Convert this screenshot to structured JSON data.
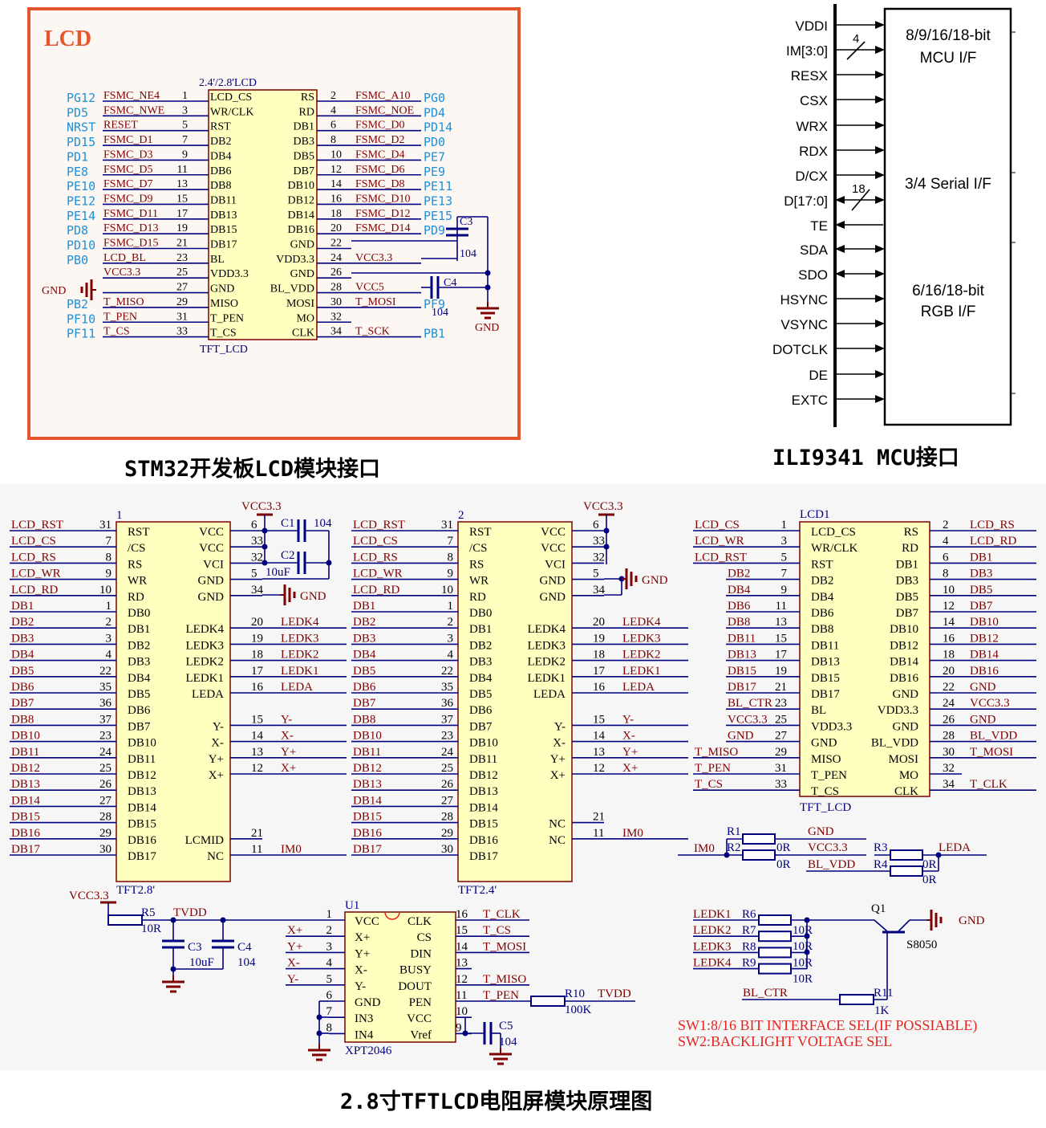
{
  "captions": {
    "stm32": "STM32开发板LCD模块接口",
    "ili": "ILI9341 MCU接口",
    "module": "2.8寸TFTLCD电阻屏模块原理图"
  },
  "colors": {
    "board_border": "#e4572e",
    "board_fill": "#fdf7f3",
    "chip_fill": "#ffffc0",
    "wire": "#00007f",
    "net_label": "#7f0000",
    "port_label": "#1e90d8",
    "gnd": "#7f0000",
    "note": "#e4241f"
  },
  "lcd_panel": {
    "title": "LCD",
    "chip_type": "2.4'/2.8'LCD",
    "chip_ref": "TFT_LCD",
    "left": [
      {
        "port": "PG12",
        "net": "FSMC_NE4",
        "pin": "1",
        "sig": "LCD_CS"
      },
      {
        "port": "PD5",
        "net": "FSMC_NWE",
        "pin": "3",
        "sig": "WR/CLK"
      },
      {
        "port": "NRST",
        "net": "RESET",
        "pin": "5",
        "sig": "RST"
      },
      {
        "port": "PD15",
        "net": "FSMC_D1",
        "pin": "7",
        "sig": "DB2"
      },
      {
        "port": "PD1",
        "net": "FSMC_D3",
        "pin": "9",
        "sig": "DB4"
      },
      {
        "port": "PE8",
        "net": "FSMC_D5",
        "pin": "11",
        "sig": "DB6"
      },
      {
        "port": "PE10",
        "net": "FSMC_D7",
        "pin": "13",
        "sig": "DB8"
      },
      {
        "port": "PE12",
        "net": "FSMC_D9",
        "pin": "15",
        "sig": "DB11"
      },
      {
        "port": "PE14",
        "net": "FSMC_D11",
        "pin": "17",
        "sig": "DB13"
      },
      {
        "port": "PD8",
        "net": "FSMC_D13",
        "pin": "19",
        "sig": "DB15"
      },
      {
        "port": "PD10",
        "net": "FSMC_D15",
        "pin": "21",
        "sig": "DB17"
      },
      {
        "port": "PB0",
        "net": "LCD_BL",
        "pin": "23",
        "sig": "BL"
      },
      {
        "port": "",
        "net": "VCC3.3",
        "pin": "25",
        "sig": "VDD3.3"
      },
      {
        "port": "",
        "net": "",
        "pin": "27",
        "sig": "GND"
      },
      {
        "port": "PB2",
        "net": "T_MISO",
        "pin": "29",
        "sig": "MISO"
      },
      {
        "port": "PF10",
        "net": "T_PEN",
        "pin": "31",
        "sig": "T_PEN"
      },
      {
        "port": "PF11",
        "net": "T_CS",
        "pin": "33",
        "sig": "T_CS"
      }
    ],
    "right": [
      {
        "sig": "RS",
        "pin": "2",
        "net": "FSMC_A10",
        "port": "PG0"
      },
      {
        "sig": "RD",
        "pin": "4",
        "net": "FSMC_NOE",
        "port": "PD4"
      },
      {
        "sig": "DB1",
        "pin": "6",
        "net": "FSMC_D0",
        "port": "PD14"
      },
      {
        "sig": "DB3",
        "pin": "8",
        "net": "FSMC_D2",
        "port": "PD0"
      },
      {
        "sig": "DB5",
        "pin": "10",
        "net": "FSMC_D4",
        "port": "PE7"
      },
      {
        "sig": "DB7",
        "pin": "12",
        "net": "FSMC_D6",
        "port": "PE9"
      },
      {
        "sig": "DB10",
        "pin": "14",
        "net": "FSMC_D8",
        "port": "PE11"
      },
      {
        "sig": "DB12",
        "pin": "16",
        "net": "FSMC_D10",
        "port": "PE13"
      },
      {
        "sig": "DB14",
        "pin": "18",
        "net": "FSMC_D12",
        "port": "PE15"
      },
      {
        "sig": "DB16",
        "pin": "20",
        "net": "FSMC_D14",
        "port": "PD9"
      },
      {
        "sig": "GND",
        "pin": "22",
        "net": "",
        "port": ""
      },
      {
        "sig": "VDD3.3",
        "pin": "24",
        "net": "VCC3.3",
        "port": ""
      },
      {
        "sig": "GND",
        "pin": "26",
        "net": "",
        "port": ""
      },
      {
        "sig": "BL_VDD",
        "pin": "28",
        "net": "VCC5",
        "port": ""
      },
      {
        "sig": "MOSI",
        "pin": "30",
        "net": "T_MOSI",
        "port": "PF9"
      },
      {
        "sig": "MO",
        "pin": "32",
        "net": "",
        "port": ""
      },
      {
        "sig": "CLK",
        "pin": "34",
        "net": "T_SCK",
        "port": "PB1"
      }
    ],
    "gnd_left": "GND",
    "gnd_right": "GND",
    "cap_top": {
      "ref": "C3",
      "val": "104"
    },
    "cap_bot": {
      "ref": "C4",
      "val": "104"
    }
  },
  "ili9341": {
    "pins": [
      "VDDI",
      "IM[3:0]",
      "RESX",
      "CSX",
      "WRX",
      "RDX",
      "D/CX",
      "D[17:0]",
      "TE",
      "SDA",
      "SDO",
      "HSYNC",
      "VSYNC",
      "DOTCLK",
      "DE",
      "EXTC"
    ],
    "bus_im": "4",
    "bus_d": "18",
    "blocks": [
      "8/9/16/18-bit\nMCU I/F",
      "3/4 Serial I/F",
      "6/16/18-bit\nRGB I/F"
    ]
  },
  "tft28": {
    "ref": "1",
    "name": "TFT2.8'",
    "left": [
      [
        "LCD_RST",
        "31",
        "RST"
      ],
      [
        "LCD_CS",
        "7",
        "/CS"
      ],
      [
        "LCD_RS",
        "8",
        "RS"
      ],
      [
        "LCD_WR",
        "9",
        "WR"
      ],
      [
        "LCD_RD",
        "10",
        "RD"
      ],
      [
        "DB1",
        "1",
        "DB0"
      ],
      [
        "DB2",
        "2",
        "DB1"
      ],
      [
        "DB3",
        "3",
        "DB2"
      ],
      [
        "DB4",
        "4",
        "DB3"
      ],
      [
        "DB5",
        "22",
        "DB4"
      ],
      [
        "DB6",
        "35",
        "DB5"
      ],
      [
        "DB7",
        "36",
        "DB6"
      ],
      [
        "DB8",
        "37",
        "DB7"
      ],
      [
        "DB10",
        "23",
        "DB10"
      ],
      [
        "DB11",
        "24",
        "DB11"
      ],
      [
        "DB12",
        "25",
        "DB12"
      ],
      [
        "DB13",
        "26",
        "DB13"
      ],
      [
        "DB14",
        "27",
        "DB14"
      ],
      [
        "DB15",
        "28",
        "DB15"
      ],
      [
        "DB16",
        "29",
        "DB16"
      ],
      [
        "DB17",
        "30",
        "DB17"
      ]
    ],
    "right": [
      [
        "VCC",
        "6",
        ""
      ],
      [
        "VCC",
        "33",
        ""
      ],
      [
        "VCI",
        "32",
        ""
      ],
      [
        "GND",
        "5",
        ""
      ],
      [
        "GND",
        "34",
        ""
      ],
      [
        "",
        "",
        ""
      ],
      [
        "LEDK4",
        "20",
        "LEDK4"
      ],
      [
        "LEDK3",
        "19",
        "LEDK3"
      ],
      [
        "LEDK2",
        "18",
        "LEDK2"
      ],
      [
        "LEDK1",
        "17",
        "LEDK1"
      ],
      [
        "LEDA",
        "16",
        "LEDA"
      ],
      [
        "",
        "",
        ""
      ],
      [
        "Y-",
        "15",
        "Y-"
      ],
      [
        "X-",
        "14",
        "X-"
      ],
      [
        "Y+",
        "13",
        "Y+"
      ],
      [
        "X+",
        "12",
        "X+"
      ],
      [
        "",
        "",
        ""
      ],
      [
        "",
        "",
        ""
      ],
      [
        "",
        "",
        ""
      ],
      [
        "LCMID",
        "21",
        ""
      ],
      [
        "NC",
        "11",
        "IM0"
      ]
    ],
    "vcc": "VCC3.3",
    "c1": {
      "ref": "C1",
      "val": "104"
    },
    "c2": {
      "ref": "C2",
      "val": "10uF"
    },
    "gnd": "GND"
  },
  "tft24": {
    "ref": "2",
    "name": "TFT2.4'",
    "left": [
      [
        "LCD_RST",
        "31",
        "RST"
      ],
      [
        "LCD_CS",
        "7",
        "/CS"
      ],
      [
        "LCD_RS",
        "8",
        "RS"
      ],
      [
        "LCD_WR",
        "9",
        "WR"
      ],
      [
        "LCD_RD",
        "10",
        "RD"
      ],
      [
        "DB1",
        "1",
        "DB0"
      ],
      [
        "DB2",
        "2",
        "DB1"
      ],
      [
        "DB3",
        "3",
        "DB2"
      ],
      [
        "DB4",
        "4",
        "DB3"
      ],
      [
        "DB5",
        "22",
        "DB4"
      ],
      [
        "DB6",
        "35",
        "DB5"
      ],
      [
        "DB7",
        "36",
        "DB6"
      ],
      [
        "DB8",
        "37",
        "DB7"
      ],
      [
        "DB10",
        "23",
        "DB10"
      ],
      [
        "DB11",
        "24",
        "DB11"
      ],
      [
        "DB12",
        "25",
        "DB12"
      ],
      [
        "DB13",
        "26",
        "DB13"
      ],
      [
        "DB14",
        "27",
        "DB14"
      ],
      [
        "DB15",
        "28",
        "DB15"
      ],
      [
        "DB16",
        "29",
        "DB16"
      ],
      [
        "DB17",
        "30",
        "DB17"
      ]
    ],
    "right": [
      [
        "VCC",
        "6",
        ""
      ],
      [
        "VCC",
        "33",
        ""
      ],
      [
        "VCI",
        "32",
        ""
      ],
      [
        "GND",
        "5",
        ""
      ],
      [
        "GND",
        "34",
        ""
      ],
      [
        "",
        "",
        ""
      ],
      [
        "LEDK4",
        "20",
        "LEDK4"
      ],
      [
        "LEDK3",
        "19",
        "LEDK3"
      ],
      [
        "LEDK2",
        "18",
        "LEDK2"
      ],
      [
        "LEDK1",
        "17",
        "LEDK1"
      ],
      [
        "LEDA",
        "16",
        "LEDA"
      ],
      [
        "",
        "",
        ""
      ],
      [
        "Y-",
        "15",
        "Y-"
      ],
      [
        "X-",
        "14",
        "X-"
      ],
      [
        "Y+",
        "13",
        "Y+"
      ],
      [
        "X+",
        "12",
        "X+"
      ],
      [
        "",
        "",
        ""
      ],
      [
        "",
        "",
        ""
      ],
      [
        "NC",
        "21",
        ""
      ],
      [
        "NC",
        "11",
        "IM0"
      ],
      [
        "",
        "",
        ""
      ]
    ],
    "vcc": "VCC3.3",
    "gnd": "GND"
  },
  "lcd1": {
    "ref": "LCD1",
    "name": "TFT_LCD",
    "left": [
      [
        "LCD_CS",
        "1",
        "LCD_CS"
      ],
      [
        "LCD_WR",
        "3",
        "WR/CLK"
      ],
      [
        "LCD_RST",
        "5",
        "RST"
      ],
      [
        "DB2",
        "7",
        "DB2"
      ],
      [
        "DB4",
        "9",
        "DB4"
      ],
      [
        "DB6",
        "11",
        "DB6"
      ],
      [
        "DB8",
        "13",
        "DB8"
      ],
      [
        "DB11",
        "15",
        "DB11"
      ],
      [
        "DB13",
        "17",
        "DB13"
      ],
      [
        "DB15",
        "19",
        "DB15"
      ],
      [
        "DB17",
        "21",
        "DB17"
      ],
      [
        "BL_CTR",
        "23",
        "BL"
      ],
      [
        "VCC3.3",
        "25",
        "VDD3.3"
      ],
      [
        "GND",
        "27",
        "GND"
      ],
      [
        "T_MISO",
        "29",
        "MISO"
      ],
      [
        "T_PEN",
        "31",
        "T_PEN"
      ],
      [
        "T_CS",
        "33",
        "T_CS"
      ]
    ],
    "right": [
      [
        "RS",
        "2",
        "LCD_RS"
      ],
      [
        "RD",
        "4",
        "LCD_RD"
      ],
      [
        "DB1",
        "6",
        "DB1"
      ],
      [
        "DB3",
        "8",
        "DB3"
      ],
      [
        "DB5",
        "10",
        "DB5"
      ],
      [
        "DB7",
        "12",
        "DB7"
      ],
      [
        "DB10",
        "14",
        "DB10"
      ],
      [
        "DB12",
        "16",
        "DB12"
      ],
      [
        "DB14",
        "18",
        "DB14"
      ],
      [
        "DB16",
        "20",
        "DB16"
      ],
      [
        "GND",
        "22",
        "GND"
      ],
      [
        "VDD3.3",
        "24",
        "VCC3.3"
      ],
      [
        "GND",
        "26",
        "GND"
      ],
      [
        "BL_VDD",
        "28",
        "BL_VDD"
      ],
      [
        "MOSI",
        "30",
        "T_MOSI"
      ],
      [
        "MO",
        "32",
        ""
      ],
      [
        "CLK",
        "34",
        "T_CLK"
      ]
    ]
  },
  "resistors": {
    "im0": "IM0",
    "r1": {
      "ref": "R1",
      "net": "GND"
    },
    "r2": {
      "ref": "R2",
      "val": "0R",
      "net": "VCC3.3"
    },
    "r1_val": "0R",
    "r3": {
      "ref": "R3",
      "net": "LEDA",
      "val": "0R"
    },
    "r4": {
      "ref": "R4",
      "net": "BL_VDD",
      "val": "0R"
    }
  },
  "backlight": {
    "leds": [
      [
        "LEDK1",
        "R6",
        "10R"
      ],
      [
        "LEDK2",
        "R7",
        "10R"
      ],
      [
        "LEDK3",
        "R8",
        "10R"
      ],
      [
        "LEDK4",
        "R9",
        "10R"
      ]
    ],
    "q1": "Q1",
    "q1_type": "S8050",
    "gnd": "GND",
    "ctrl": "BL_CTR",
    "r11": {
      "ref": "R11",
      "val": "1K"
    },
    "notes": [
      "SW1:8/16 BIT INTERFACE SEL(IF POSSIABLE)",
      "SW2:BACKLIGHT VOLTAGE SEL"
    ]
  },
  "touch": {
    "vcc": "VCC3.3",
    "r5": {
      "ref": "R5",
      "val": "10R",
      "net": "TVDD"
    },
    "c3": {
      "ref": "C3",
      "val": "10uF"
    },
    "c4": {
      "ref": "C4",
      "val": "104"
    },
    "u1": "U1",
    "u1_name": "XPT2046",
    "left": [
      [
        "",
        "1",
        "VCC"
      ],
      [
        "X+",
        "2",
        "X+"
      ],
      [
        "Y+",
        "3",
        "Y+"
      ],
      [
        "X-",
        "4",
        "X-"
      ],
      [
        "Y-",
        "5",
        "Y-"
      ],
      [
        "",
        "6",
        "GND"
      ],
      [
        "",
        "7",
        "IN3"
      ],
      [
        "",
        "8",
        "IN4"
      ]
    ],
    "right": [
      [
        "CLK",
        "16",
        "T_CLK"
      ],
      [
        "CS",
        "15",
        "T_CS"
      ],
      [
        "DIN",
        "14",
        "T_MOSI"
      ],
      [
        "BUSY",
        "13",
        ""
      ],
      [
        "DOUT",
        "12",
        "T_MISO"
      ],
      [
        "PEN",
        "11",
        "T_PEN"
      ],
      [
        "VCC",
        "10",
        ""
      ],
      [
        "Vref",
        "9",
        ""
      ]
    ],
    "r10": {
      "ref": "R10",
      "val": "100K",
      "net": "TVDD"
    },
    "c5": {
      "ref": "C5",
      "val": "104"
    }
  }
}
